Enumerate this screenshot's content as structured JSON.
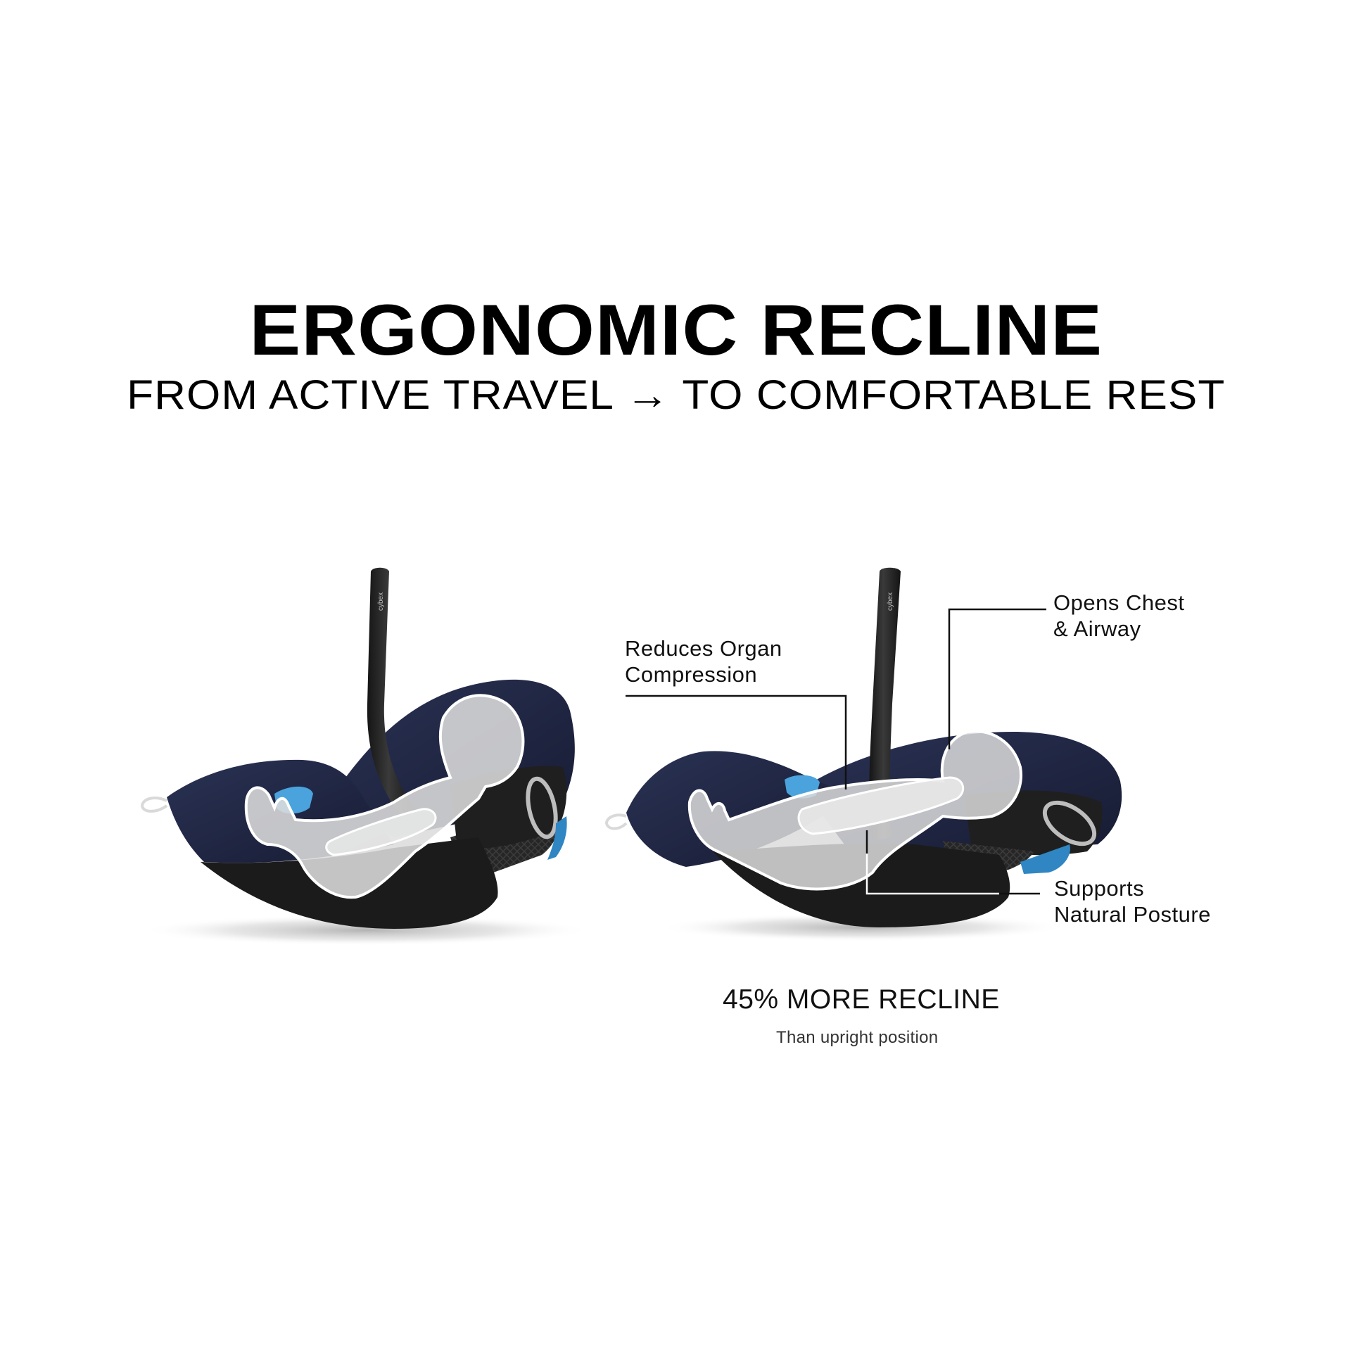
{
  "header": {
    "title": "ERGONOMIC RECLINE",
    "subtitle": "FROM ACTIVE TRAVEL → TO COMFORTABLE REST"
  },
  "seats": [
    {
      "id": "upright",
      "position": "upright",
      "brand_mark": "cybex"
    },
    {
      "id": "reclined",
      "position": "reclined",
      "brand_mark": "cybex"
    }
  ],
  "callouts": {
    "organ": {
      "line1": "Reduces Organ",
      "line2": "Compression"
    },
    "chest": {
      "line1": "Opens Chest",
      "line2": "& Airway"
    },
    "posture": {
      "line1": "Supports",
      "line2": "Natural Posture"
    }
  },
  "stat": {
    "headline": "45% MORE RECLINE",
    "caption": "Than upright position"
  },
  "colors": {
    "fabric_navy": "#1e2540",
    "shell_black": "#1b1b1b",
    "handle_black": "#222222",
    "accent_blue": "#3d9ad6",
    "baby_overlay": "#d8d8d8",
    "background": "#ffffff"
  }
}
